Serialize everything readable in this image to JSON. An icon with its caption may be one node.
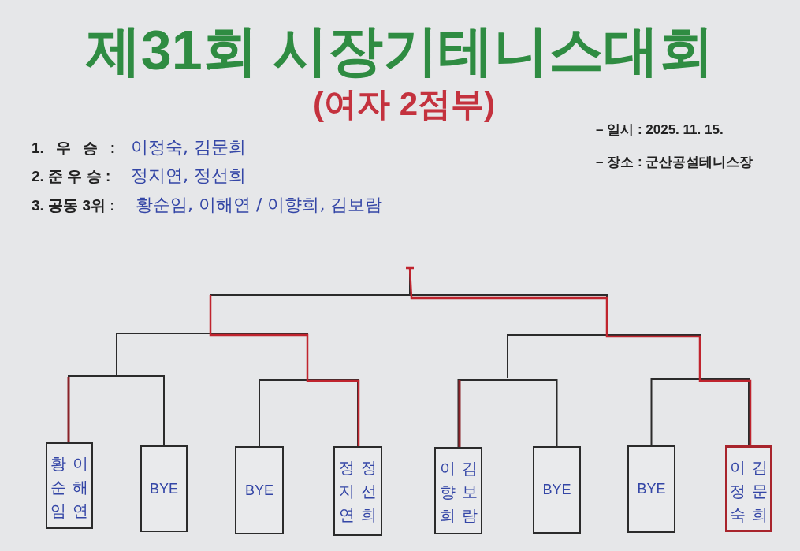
{
  "diagram": {
    "title": "제31회 시장기테니스대회",
    "caption": "(여자 2점부)",
    "nodes": [
      {
        "text": [
          "황순임",
          "이해연"
        ]
      },
      {
        "text": [
          "BYE"
        ]
      },
      {
        "text": [
          "BYE"
        ]
      },
      {
        "text": [
          "정지연",
          "정선희"
        ]
      },
      {
        "text": [
          "이향희",
          "김보람"
        ]
      },
      {
        "text": [
          "BYE"
        ]
      },
      {
        "text": [
          "BYE"
        ]
      },
      {
        "text": [
          "이정숙",
          "김문희"
        ]
      }
    ],
    "edges": [
      {
        "from": 0,
        "to": 1,
        "arrow": "none"
      },
      {
        "from": 2,
        "to": 3,
        "arrow": "none"
      },
      {
        "from": 4,
        "to": 5,
        "arrow": "none"
      },
      {
        "from": 6,
        "to": 7,
        "arrow": "none"
      }
    ],
    "labels": [
      "– 일시 : 2025. 11. 15.",
      "1. 우 승 :",
      "이정숙, 김문희",
      "– 장소 : 군산공설테니스장",
      "2. 준 우 승 :",
      "정지연, 정선희",
      "3. 공동 3위 :",
      "황순임, 이해연 / 이향희, 김보람"
    ]
  }
}
